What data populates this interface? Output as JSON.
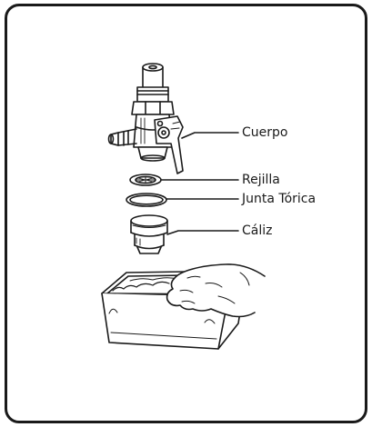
{
  "labels": {
    "body": "Cuerpo",
    "strainer": "Rejilla",
    "o_ring": "Junta Tórica",
    "cup": "Cáliz"
  },
  "colors": {
    "ink": "#1a1a1a",
    "paper": "#ffffff"
  }
}
